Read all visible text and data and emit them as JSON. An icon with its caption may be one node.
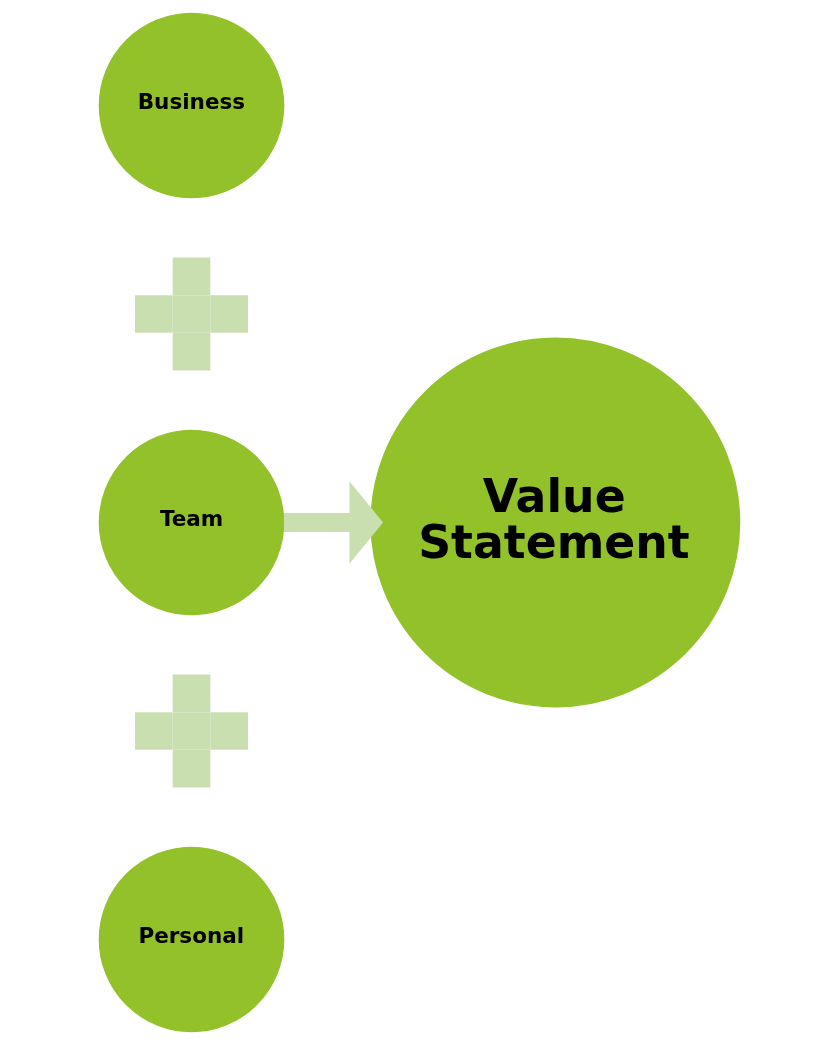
{
  "diagram": {
    "nodes": [
      {
        "text": [
          "Business"
        ]
      },
      {
        "text": [],
        "shape": "plus"
      },
      {
        "text": [
          "Team"
        ]
      },
      {
        "text": [],
        "shape": "plus"
      },
      {
        "text": [
          "Personal"
        ]
      },
      {
        "text": [
          "Value Statement"
        ]
      }
    ],
    "edges": [
      {
        "from": 2,
        "to": 5,
        "arrow": "to"
      }
    ]
  }
}
